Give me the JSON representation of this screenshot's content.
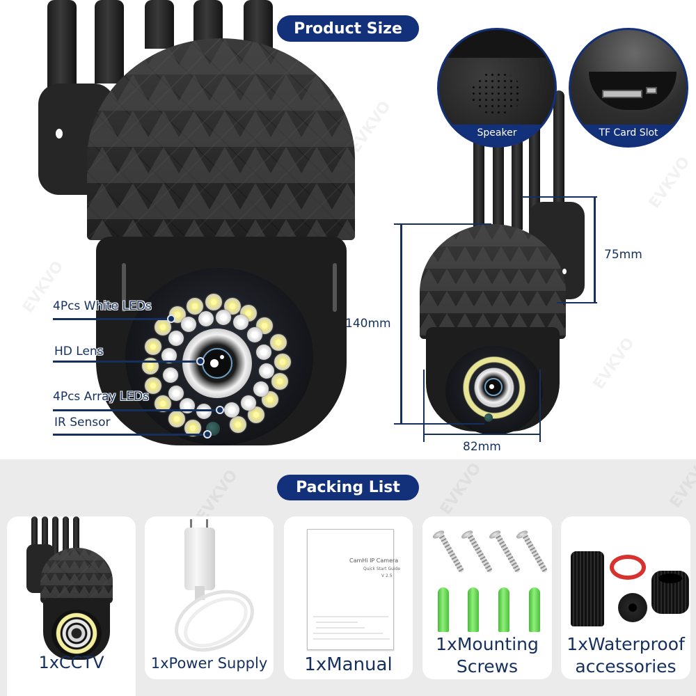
{
  "product_size": {
    "title": "Product Size",
    "callouts": [
      {
        "label": "4Pcs White LEDs"
      },
      {
        "label": "HD Lens"
      },
      {
        "label": "4Pcs Array LEDs"
      },
      {
        "label": "IR Sensor"
      }
    ],
    "insets": [
      {
        "label": "Speaker"
      },
      {
        "label": "TF Card Slot"
      }
    ],
    "dimensions": {
      "height_total": "140mm",
      "height_dome": "75mm",
      "width": "82mm"
    }
  },
  "packing_list": {
    "title": "Packing List",
    "items": [
      {
        "label": "1xCCTV",
        "icon": "camera-icon"
      },
      {
        "label": "1xPower Supply",
        "icon": "power-adapter-icon"
      },
      {
        "label": "1xManual",
        "icon": "manual-icon"
      },
      {
        "label_line1": "1xMounting",
        "label_line2": "Screws",
        "icon": "screws-icon"
      },
      {
        "label_line1": "1xWaterproof",
        "label_line2": "accessories",
        "icon": "waterproof-kit-icon"
      }
    ],
    "manual_cover": {
      "title": "CamHi IP Camera",
      "subtitle": "Quick Start Guide",
      "version": "V 2.5"
    }
  },
  "watermark": "EVKVO",
  "colors": {
    "accent_navy": "#13307a",
    "text_navy": "#15305f",
    "bottom_bg": "#ebebeb",
    "anchor_green": "#5fd24a",
    "oring_red": "#d8322e"
  }
}
